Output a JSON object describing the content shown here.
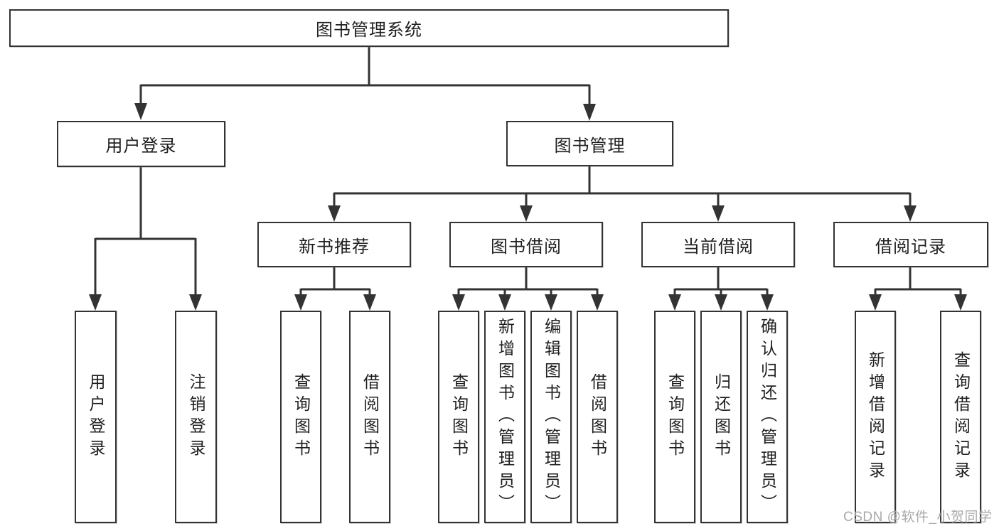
{
  "diagram": {
    "root": "图书管理系统",
    "level2": [
      "用户登录",
      "图书管理"
    ],
    "level3": [
      "新书推荐",
      "图书借阅",
      "当前借阅",
      "借阅记录"
    ],
    "leaves": {
      "user_login": [
        "用户登录",
        "注销登录"
      ],
      "new_books": [
        "查询图书",
        "借阅图书"
      ],
      "book_borrow": [
        "查询图书",
        "新增图书（管理员）",
        "编辑图书（管理员）",
        "借阅图书"
      ],
      "current_borrow": [
        "查询图书",
        "归还图书",
        "确认归还（管理员）"
      ],
      "borrow_records": [
        "新增借阅记录",
        "查询借阅记录"
      ]
    },
    "watermark": "CSDN @软件_小贺同学",
    "colors": {
      "line": "#333333",
      "node_border": "#333333",
      "node_fill": "#ffffff",
      "text": "#1f1f1f",
      "watermark": "#a0a0a0",
      "background": "#ffffff"
    }
  }
}
